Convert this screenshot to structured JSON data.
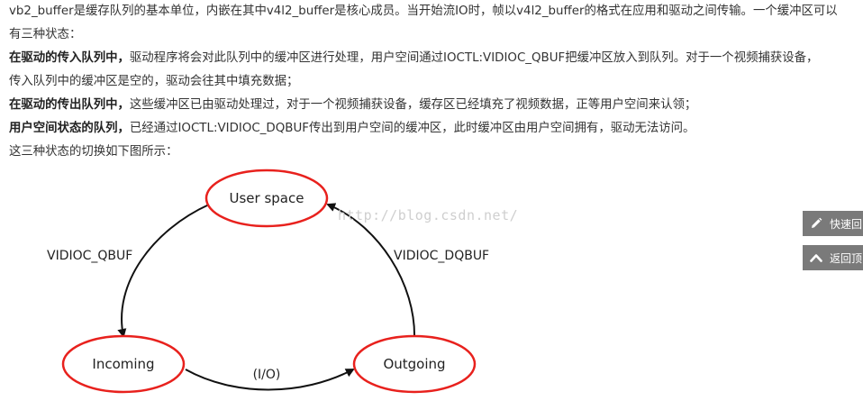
{
  "article": {
    "para1_line1": "vb2_buffer是缓存队列的基本单位，内嵌在其中v4l2_buffer是核心成员。当开始流IO时，帧以v4l2_buffer的格式在应用和驱动之间传输。一个缓冲区可以",
    "para1_line2": "有三种状态：",
    "state_incoming_title": "在驱动的传入队列中，",
    "state_incoming_desc_line1": "驱动程序将会对此队列中的缓冲区进行处理，用户空间通过IOCTL:VIDIOC_QBUF把缓冲区放入到队列。对于一个视频捕获设备，",
    "state_incoming_desc_line2": "传入队列中的缓冲区是空的，驱动会往其中填充数据；",
    "state_outgoing_title": "在驱动的传出队列中，",
    "state_outgoing_desc": "这些缓冲区已由驱动处理过，对于一个视频捕获设备，缓存区已经填充了视频数据，正等用户空间来认领；",
    "state_user_title": "用户空间状态的队列，",
    "state_user_desc": "已经通过IOCTL:VIDIOC_DQBUF传出到用户空间的缓冲区，此时缓冲区由用户空间拥有，驱动无法访问。",
    "intro_diagram": "这三种状态的切换如下图所示："
  },
  "diagram": {
    "node_user": "User space",
    "node_incoming": "Incoming",
    "node_outgoing": "Outgoing",
    "edge_qbuf": "VIDIOC_QBUF",
    "edge_dqbuf": "VIDIOC_DQBUF",
    "edge_io": "(I/O)",
    "node_stroke_color": "#e8211d"
  },
  "watermark": "http://blog.csdn.net/",
  "side_buttons": {
    "reply_label": "快速回",
    "reply_icon": "pencil-icon",
    "top_label": "返回顶",
    "top_icon": "chevron-up-icon"
  }
}
